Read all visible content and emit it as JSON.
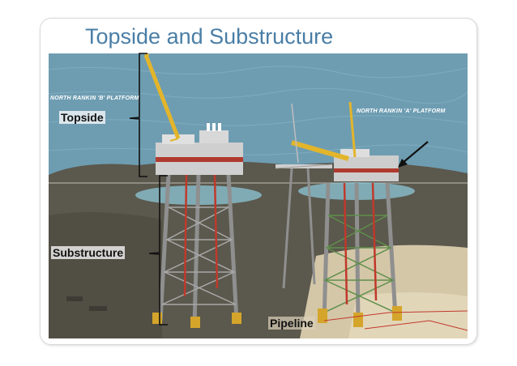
{
  "slide": {
    "title": "Topside and Substructure"
  },
  "labels": {
    "topside": "Topside",
    "substructure": "Substructure",
    "pipeline": "Pipeline",
    "platform_b": "NORTH RANKIN 'B' PLATFORM",
    "platform_a": "NORTH RANKIN 'A' PLATFORM"
  },
  "colors": {
    "title": "#4a7ea6",
    "sea": "#6f9fb4",
    "seabed": "#5d5a4f",
    "jacket_steel": "#9a9a9a",
    "structure_red": "#c0392b",
    "crane_yellow": "#e3b52b"
  }
}
